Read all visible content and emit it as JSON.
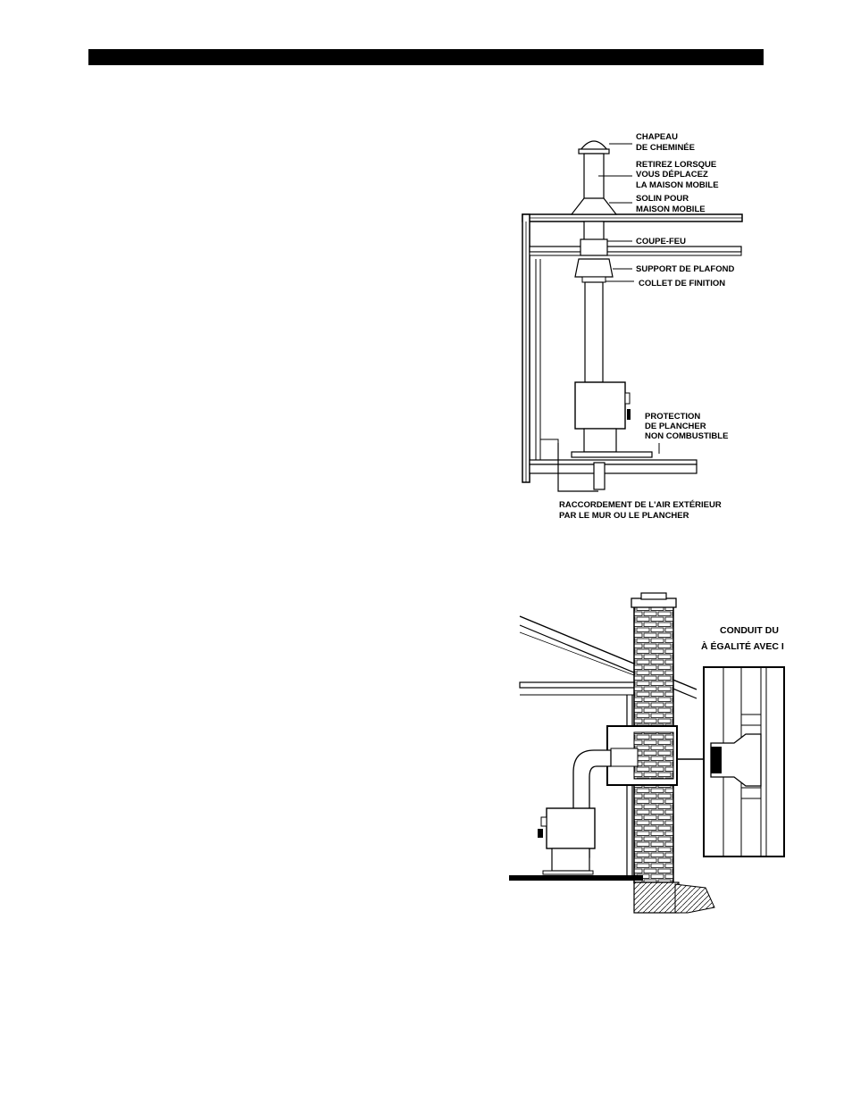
{
  "diagram1": {
    "labels": {
      "cap": [
        "CHAPEAU",
        "DE CHEMINÉE"
      ],
      "remove": [
        "RETIREZ LORSQUE",
        "VOUS DÉPLACEZ",
        "LA MAISON MOBILE"
      ],
      "flashing": [
        "SOLIN POUR",
        "MAISON MOBILE"
      ],
      "firestop": "COUPE-FEU",
      "ceiling_support": "SUPPORT DE PLAFOND",
      "trim_collar": "COLLET DE FINITION",
      "floor_protection": [
        "PROTECTION",
        "DE PLANCHER",
        "NON COMBUSTIBLE"
      ],
      "outside_air": [
        "RACCORDEMENT DE L'AIR EXTÉRIEUR",
        "PAR LE MUR OU LE PLANCHER"
      ]
    }
  },
  "diagram2": {
    "labels": [
      "CONDUIT DU",
      "À ÉGALITÉ AVEC I"
    ]
  }
}
